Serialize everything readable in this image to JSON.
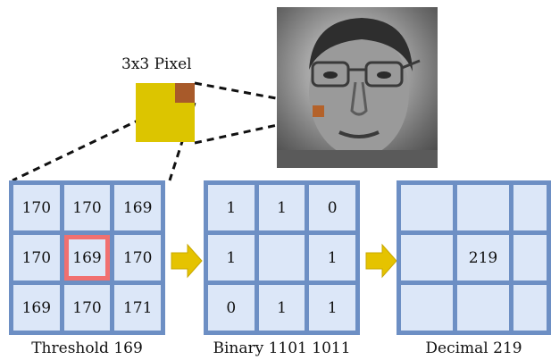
{
  "pixel_label": "3x3 Pixel",
  "grids": [
    {
      "caption": "Threshold 169",
      "cells": [
        "170",
        "170",
        "169",
        "170",
        "169",
        "170",
        "169",
        "170",
        "171"
      ]
    },
    {
      "caption": "Binary 1101 1011",
      "cells": [
        "1",
        "1",
        "0",
        "1",
        "",
        "1",
        "0",
        "1",
        "1"
      ]
    },
    {
      "caption": "Decimal 219",
      "cells": [
        "",
        "",
        "",
        "",
        "219",
        "",
        "",
        "",
        ""
      ]
    }
  ],
  "colors": {
    "grid_border": "#6d8fc4",
    "cell_fill": "#dce7f8",
    "center_highlight": "#f17070",
    "pixel_patch": "#dcc500",
    "selected_pixel": "#a85a2a",
    "arrow": "#e5c300"
  },
  "icons": [
    "arrow-right-icon",
    "arrow-right-icon"
  ]
}
